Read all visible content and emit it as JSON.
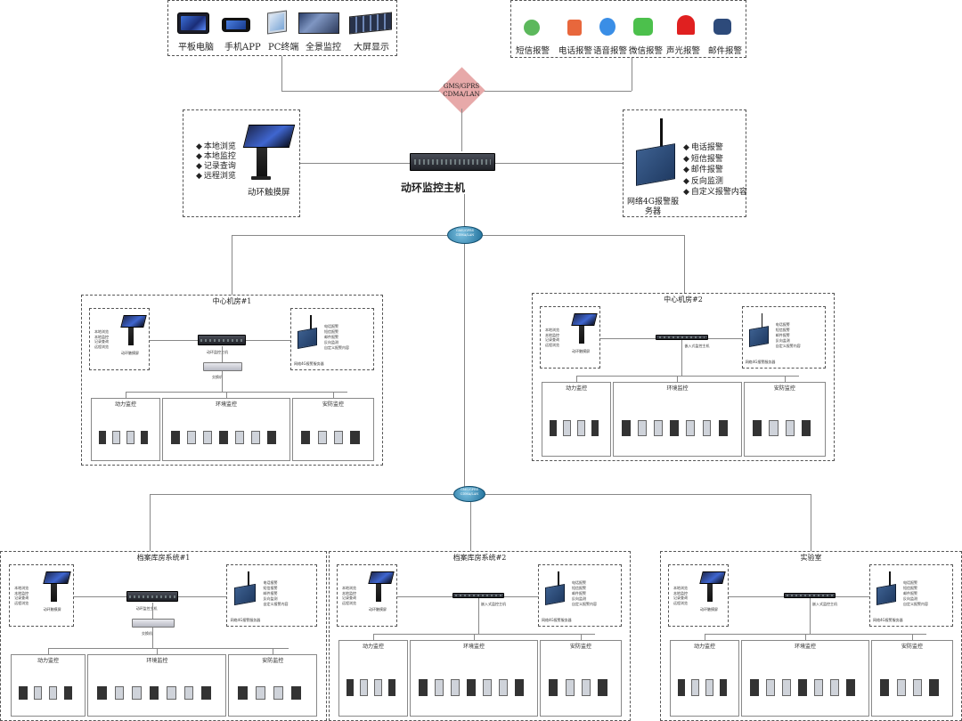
{
  "top_terminals": [
    "平板电脑",
    "手机APP",
    "PC终端",
    "全景监控",
    "大屏显示"
  ],
  "top_alarms": [
    "短信报警",
    "电话报警",
    "语音报警",
    "微信报警",
    "声光报警",
    "邮件报警"
  ],
  "network_label": "GMS/GPRS\nCDMA/LAN",
  "center": {
    "host_label": "动环监控主机",
    "touch_list": [
      "本地浏览",
      "本地监控",
      "记录查询",
      "远程浏览"
    ],
    "touch_label": "动环触摸屏",
    "alarm_list": [
      "电话报警",
      "短信报警",
      "邮件报警",
      "反向监测",
      "自定义报警内容"
    ],
    "alarm_label": "网络4G报警服务器"
  },
  "cloud1_label": "GMS/GPRS\nCDMA/LAN",
  "cloud2_label": "GMS/GPRS\nCDMA/LAN",
  "site_titles": [
    "中心机房#1",
    "中心机房#2",
    "档案库房系统#1",
    "档案库房系统#2",
    "实验室"
  ],
  "site": {
    "touch_list": [
      "本地浏览",
      "本地监控",
      "记录查询",
      "远程浏览"
    ],
    "touch_label": "动环触摸屏",
    "alarm_list": [
      "电话报警",
      "短信报警",
      "邮件报警",
      "反向监测",
      "自定义报警内容"
    ],
    "alarm_label": "网络4G报警服务器",
    "host_label_rack": "动环监控主机",
    "host_label_embedded": "嵌入式监控主机",
    "switch_label": "交换机",
    "groups": [
      "动力监控",
      "环境监控",
      "安防监控"
    ]
  },
  "colors": {
    "diamond": "#e7a9a9",
    "cloud": "#2d86b4",
    "line": "#888888"
  }
}
